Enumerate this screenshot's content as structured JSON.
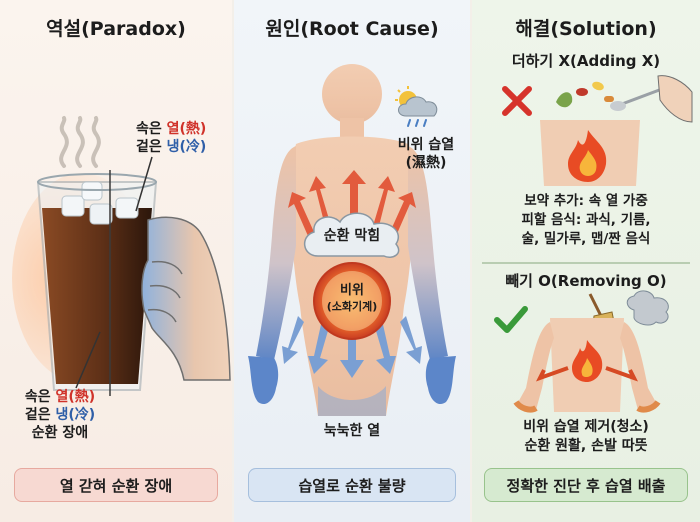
{
  "paradox": {
    "title": "역설(Paradox)",
    "top_line1_a": "속은 ",
    "top_line1_b": "열(熱)",
    "top_line2_a": "겉은 ",
    "top_line2_b": "냉(冷)",
    "bottom_line1_a": "속은 ",
    "bottom_line1_b": "열(熱)",
    "bottom_line2_a": "겉은 ",
    "bottom_line2_b": "냉(冷)",
    "bottom_line3": "순환 장애",
    "footer": "열 갇혀 순환 장애"
  },
  "root_cause": {
    "title": "원인(Root Cause)",
    "weather_line1": "비위 습열",
    "weather_line2": "(濕熱)",
    "blockage": "순환 막힘",
    "organ_line1": "비위",
    "organ_line2": "(소화기계)",
    "heat_note": "눅눅한 열",
    "footer": "습열로 순환 불량"
  },
  "solution": {
    "title": "해결(Solution)",
    "adding_title": "더하기 X(Adding X)",
    "adding_line1": "보약 추가: 속 열 가중",
    "adding_line2": "피할 음식: 과식, 기름,",
    "adding_line3": "술, 밀가루, 맵/짠 음식",
    "removing_title": "빼기 O(Removing O)",
    "removing_line1": "비위 습열 제거(청소)",
    "removing_line2": "순환 원활, 손발 따뜻",
    "footer": "정확한 진단 후 습열 배출"
  },
  "colors": {
    "hot": "#d0322a",
    "cold": "#2f5fa8",
    "check": "#3a9a3a",
    "cross": "#d6332b"
  },
  "icons": [
    "steam-icon",
    "iced-coffee-icon",
    "hand-icon",
    "cloud-rain-icon",
    "fire-icon",
    "cross-icon",
    "check-icon",
    "supplement-icon",
    "broom-icon"
  ]
}
